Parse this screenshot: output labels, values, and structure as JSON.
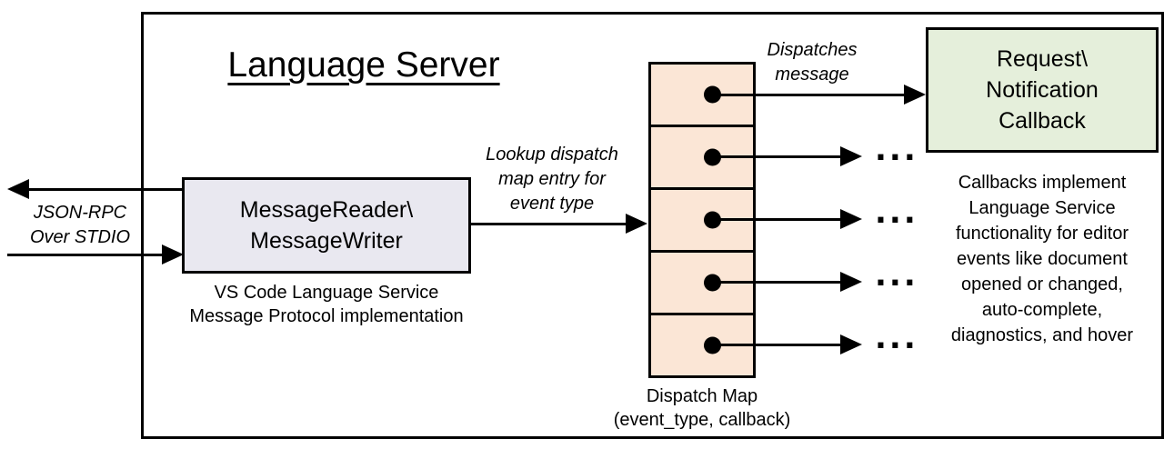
{
  "title": "Language Server",
  "io_label": {
    "line1": "JSON-RPC",
    "line2": "Over STDIO"
  },
  "message_box": {
    "line1": "MessageReader\\",
    "line2": "MessageWriter"
  },
  "message_caption": {
    "line1": "VS Code Language Service",
    "line2": "Message Protocol implementation"
  },
  "lookup_label": {
    "line1": "Lookup dispatch",
    "line2": "map entry for",
    "line3": "event type"
  },
  "dispatches_label": {
    "line1": "Dispatches",
    "line2": "message"
  },
  "callback_box": {
    "line1": "Request\\",
    "line2": "Notification",
    "line3": "Callback"
  },
  "callbacks_note": [
    "Callbacks implement",
    "Language Service",
    "functionality for editor",
    "events like document",
    "opened or changed,",
    "auto-complete,",
    "diagnostics, and hover"
  ],
  "dispatch_caption": {
    "line1": "Dispatch Map",
    "line2": "(event_type, callback)"
  },
  "ellipsis": "...",
  "colors": {
    "message_box_fill": "#e9e8f0",
    "dispatch_cell_fill": "#fbe6d6",
    "callback_box_fill": "#e5efdb",
    "line_color": "#000000"
  }
}
